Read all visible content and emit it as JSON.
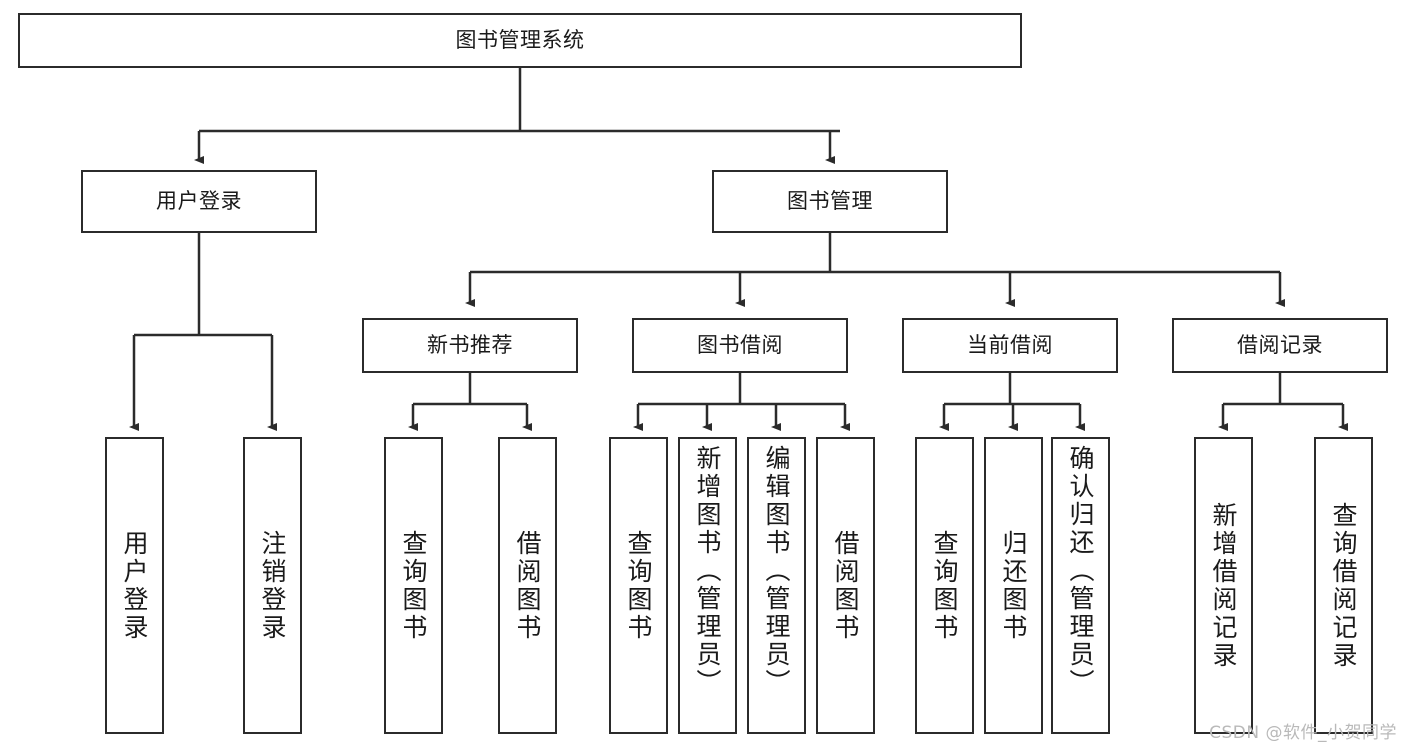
{
  "diagram": {
    "title": "图书管理系统",
    "type": "hierarchy-tree",
    "watermark": "CSDN @软件_小贺同学",
    "colors": {
      "box_border": "#2b2b2b",
      "box_fill": "#ffffff",
      "connector": "#2b2b2b",
      "text": "#1a1a1a",
      "watermark": "#b9b9b9"
    },
    "root": {
      "label": "图书管理系统"
    },
    "level2": [
      {
        "label": "用户登录"
      },
      {
        "label": "图书管理"
      }
    ],
    "level3": [
      {
        "label": "新书推荐"
      },
      {
        "label": "图书借阅"
      },
      {
        "label": "当前借阅"
      },
      {
        "label": "借阅记录"
      }
    ],
    "leaves": {
      "user_login": [
        {
          "label": "用户登录"
        },
        {
          "label": "注销登录"
        }
      ],
      "new_book_recommend": [
        {
          "label": "查询图书"
        },
        {
          "label": "借阅图书"
        }
      ],
      "book_borrow": [
        {
          "label": "查询图书"
        },
        {
          "label": "新增图书（管理员）"
        },
        {
          "label": "编辑图书（管理员）"
        },
        {
          "label": "借阅图书"
        }
      ],
      "current_borrow": [
        {
          "label": "查询图书"
        },
        {
          "label": "归还图书"
        },
        {
          "label": "确认归还（管理员）"
        }
      ],
      "borrow_records": [
        {
          "label": "新增借阅记录"
        },
        {
          "label": "查询借阅记录"
        }
      ]
    }
  }
}
